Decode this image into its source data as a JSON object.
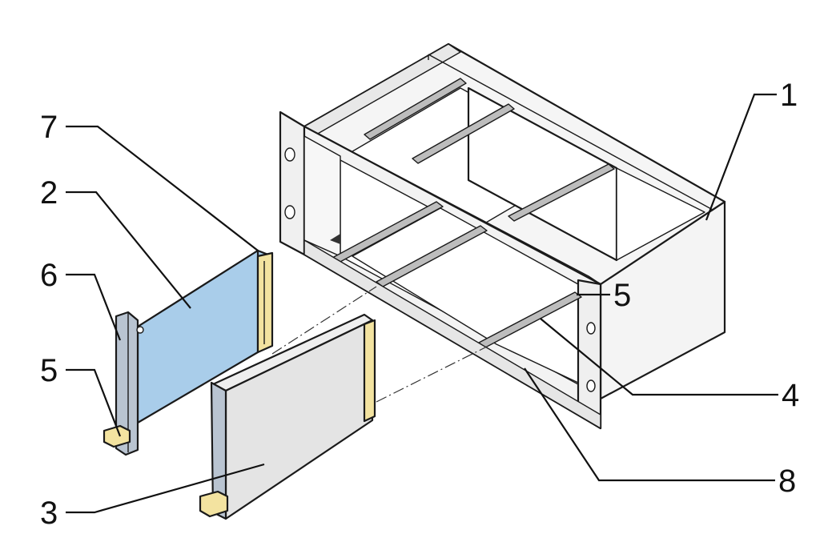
{
  "diagram": {
    "callouts": [
      {
        "id": "1",
        "label": "1"
      },
      {
        "id": "7",
        "label": "7"
      },
      {
        "id": "2",
        "label": "2"
      },
      {
        "id": "6",
        "label": "6"
      },
      {
        "id": "5a",
        "label": "5"
      },
      {
        "id": "5b",
        "label": "5"
      },
      {
        "id": "4",
        "label": "4"
      },
      {
        "id": "8",
        "label": "8"
      },
      {
        "id": "3",
        "label": "3"
      }
    ],
    "colors": {
      "frame_face": "#f2f2f2",
      "frame_shadow": "#d9d9d9",
      "rail": "#b8b8b8",
      "pcb_blue": "#a9cdea",
      "front_panel": "#b9c4d1",
      "handle_yellow": "#f3e3a0",
      "module_grey": "#e4e4e4",
      "outline": "#1a1a1a"
    }
  }
}
